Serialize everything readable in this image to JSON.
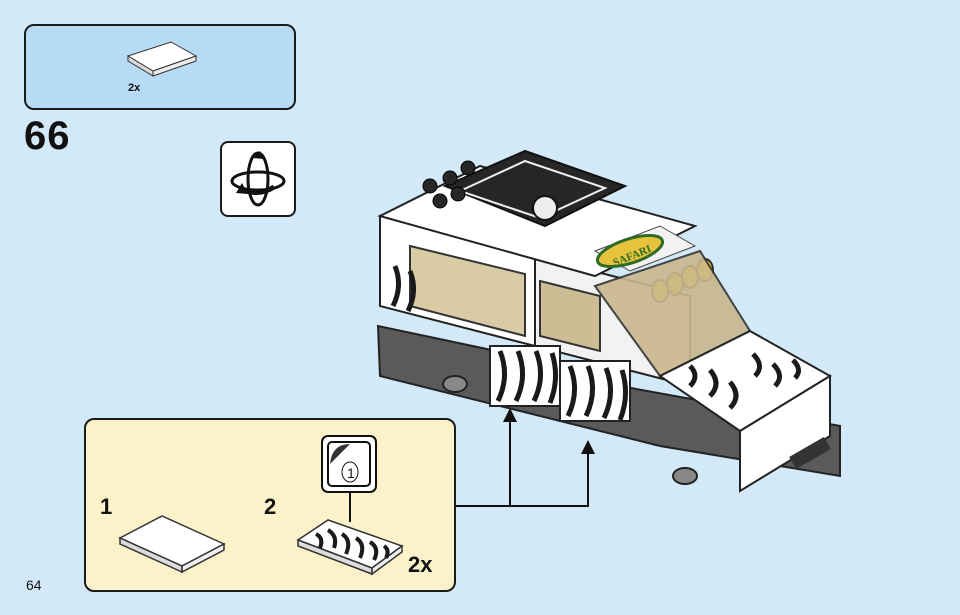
{
  "parts_callout": {
    "quantity": "2x",
    "part_icon": "white-flat-tile-2x4"
  },
  "step": {
    "number": "66"
  },
  "rotate_icon": {
    "icon": "rotate-model-icon"
  },
  "substep_callout": {
    "steps": [
      {
        "number": "1",
        "part_icon": "white-flat-tile"
      },
      {
        "number": "2",
        "part_icon": "zebra-print-tile"
      }
    ],
    "quantity": "2x",
    "print_indicator": {
      "label": "1",
      "icon": "printed-tile-indicator-icon"
    }
  },
  "model": {
    "sticker_text": "SAFARI"
  },
  "page": {
    "number": "64"
  },
  "colors": {
    "background": "#d3e9f8",
    "parts_box": "#b7daf5",
    "substep_box": "#fbf2c9",
    "vehicle_white": "#ffffff",
    "zebra_black": "#1a1a1a",
    "light_yellow": "#f4d21b"
  }
}
